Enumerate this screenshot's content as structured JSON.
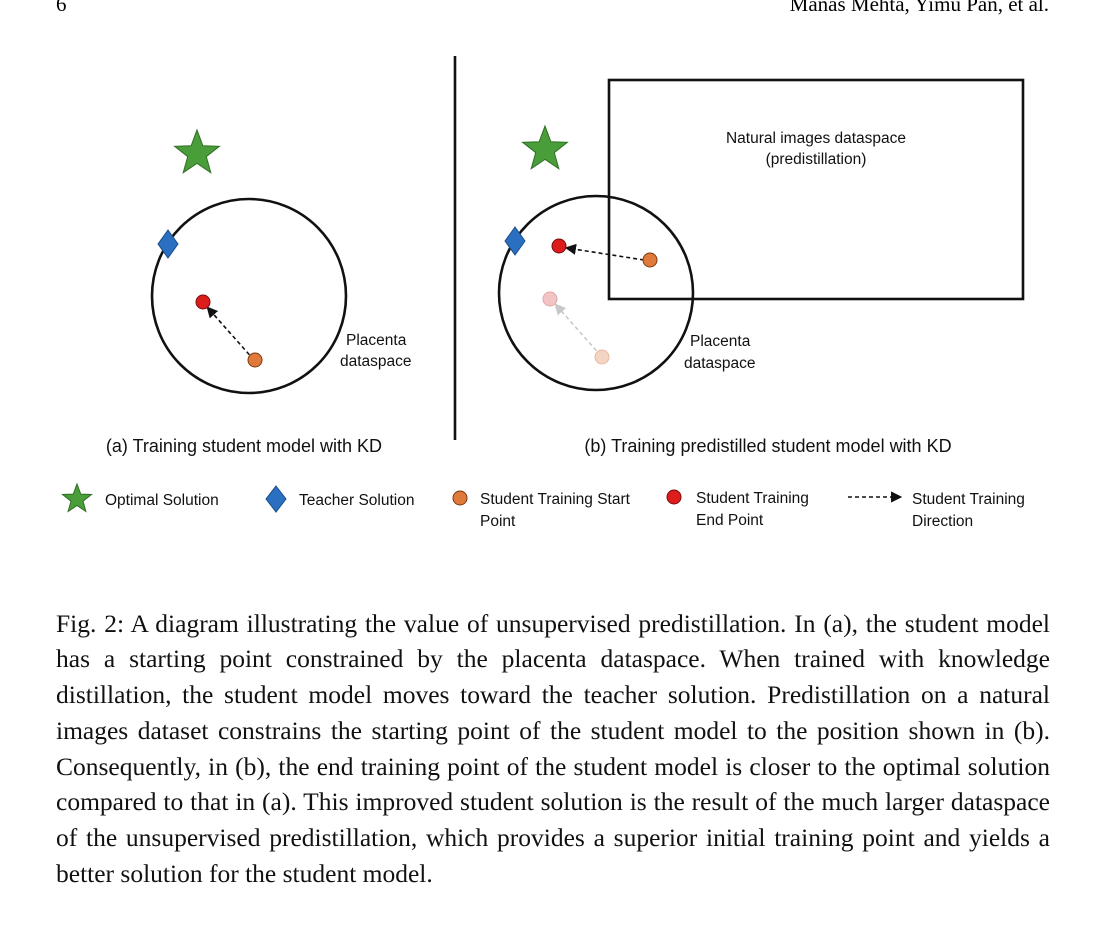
{
  "header": {
    "page_number": "6",
    "authors": "Manas Mehta, Yimu Pan, et al."
  },
  "panel_a": {
    "region_label_line1": "Placenta",
    "region_label_line2": "dataspace",
    "subcaption": "(a) Training student model with KD"
  },
  "panel_b": {
    "box_label_line1": "Natural images dataspace",
    "box_label_line2": "(predistillation)",
    "region_label_line1": "Placenta",
    "region_label_line2": "dataspace",
    "subcaption": "(b) Training predistilled student model with KD"
  },
  "legend": {
    "optimal": "Optimal Solution",
    "teacher": "Teacher Solution",
    "start_line1": "Student Training Start",
    "start_line2": "Point",
    "end_line1": "Student Training",
    "end_line2": "End Point",
    "direction_line1": "Student Training",
    "direction_line2": "Direction"
  },
  "colors": {
    "optimal_star": "#4a9e3a",
    "teacher_diamond": "#2a6fc0",
    "start_point": "#e07a3a",
    "end_point": "#dd1c1c"
  },
  "caption": "Fig. 2: A diagram illustrating the value of unsupervised predistillation. In (a), the student model has a starting point constrained by the placenta dataspace. When trained with knowledge distillation, the student model moves toward the teacher solution. Predistillation on a natural images dataset constrains the starting point of the student model to the position shown in (b). Consequently, in (b), the end training point of the student model is closer to the optimal solution compared to that in (a). This improved student solution is the result of the much larger dataspace of the unsupervised predistillation, which provides a superior initial training point and yields a better solution for the student model."
}
